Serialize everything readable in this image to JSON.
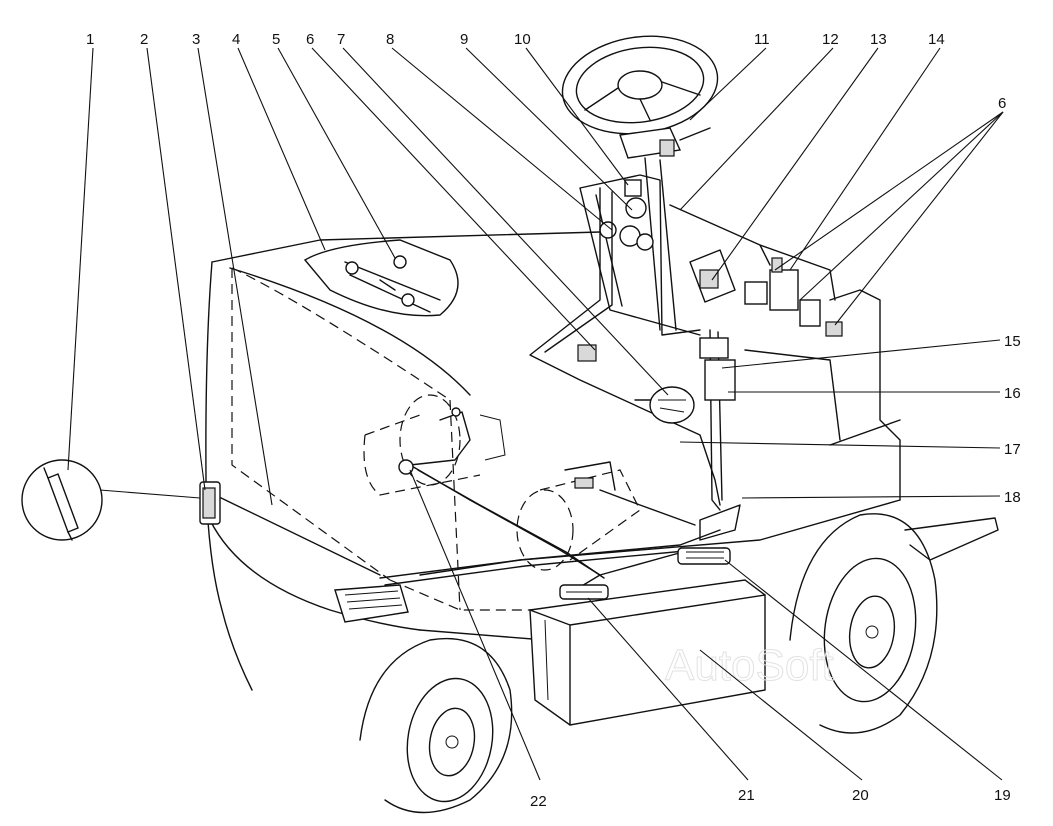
{
  "diagram": {
    "callouts": [
      {
        "id": "1",
        "label": "1"
      },
      {
        "id": "2",
        "label": "2"
      },
      {
        "id": "3",
        "label": "3"
      },
      {
        "id": "4",
        "label": "4"
      },
      {
        "id": "5",
        "label": "5"
      },
      {
        "id": "6",
        "label": "6"
      },
      {
        "id": "7",
        "label": "7"
      },
      {
        "id": "8",
        "label": "8"
      },
      {
        "id": "9",
        "label": "9"
      },
      {
        "id": "10",
        "label": "10"
      },
      {
        "id": "11",
        "label": "11"
      },
      {
        "id": "12",
        "label": "12"
      },
      {
        "id": "13",
        "label": "13"
      },
      {
        "id": "14",
        "label": "14"
      },
      {
        "id": "6b",
        "label": "6"
      },
      {
        "id": "15",
        "label": "15"
      },
      {
        "id": "16",
        "label": "16"
      },
      {
        "id": "17",
        "label": "17"
      },
      {
        "id": "18",
        "label": "18"
      },
      {
        "id": "19",
        "label": "19"
      },
      {
        "id": "20",
        "label": "20"
      },
      {
        "id": "21",
        "label": "21"
      },
      {
        "id": "22",
        "label": "22"
      }
    ],
    "watermark": "AutoSoft"
  }
}
